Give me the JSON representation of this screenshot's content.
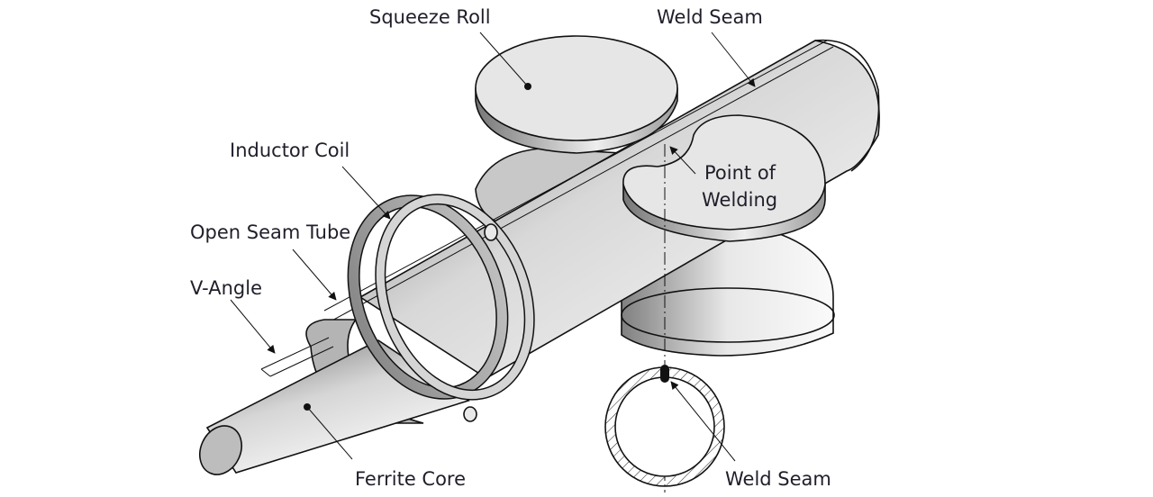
{
  "diagram": {
    "title": "High-frequency induction tube welding",
    "labels": {
      "squeeze_roll": "Squeeze Roll",
      "weld_seam_top": "Weld Seam",
      "inductor_coil": "Inductor Coil",
      "open_seam_tube": "Open Seam Tube",
      "v_angle": "V-Angle",
      "point_of_welding_line1": "Point of",
      "point_of_welding_line2": "Welding",
      "ferrite_core": "Ferrite Core",
      "weld_seam_section": "Weld Seam"
    },
    "colors": {
      "outline": "#111111",
      "roll_face": "#e6e6e6",
      "metal_dark": "#6e6e6e",
      "metal_light": "#f4f4f4",
      "text": "#1f1f2b"
    }
  }
}
